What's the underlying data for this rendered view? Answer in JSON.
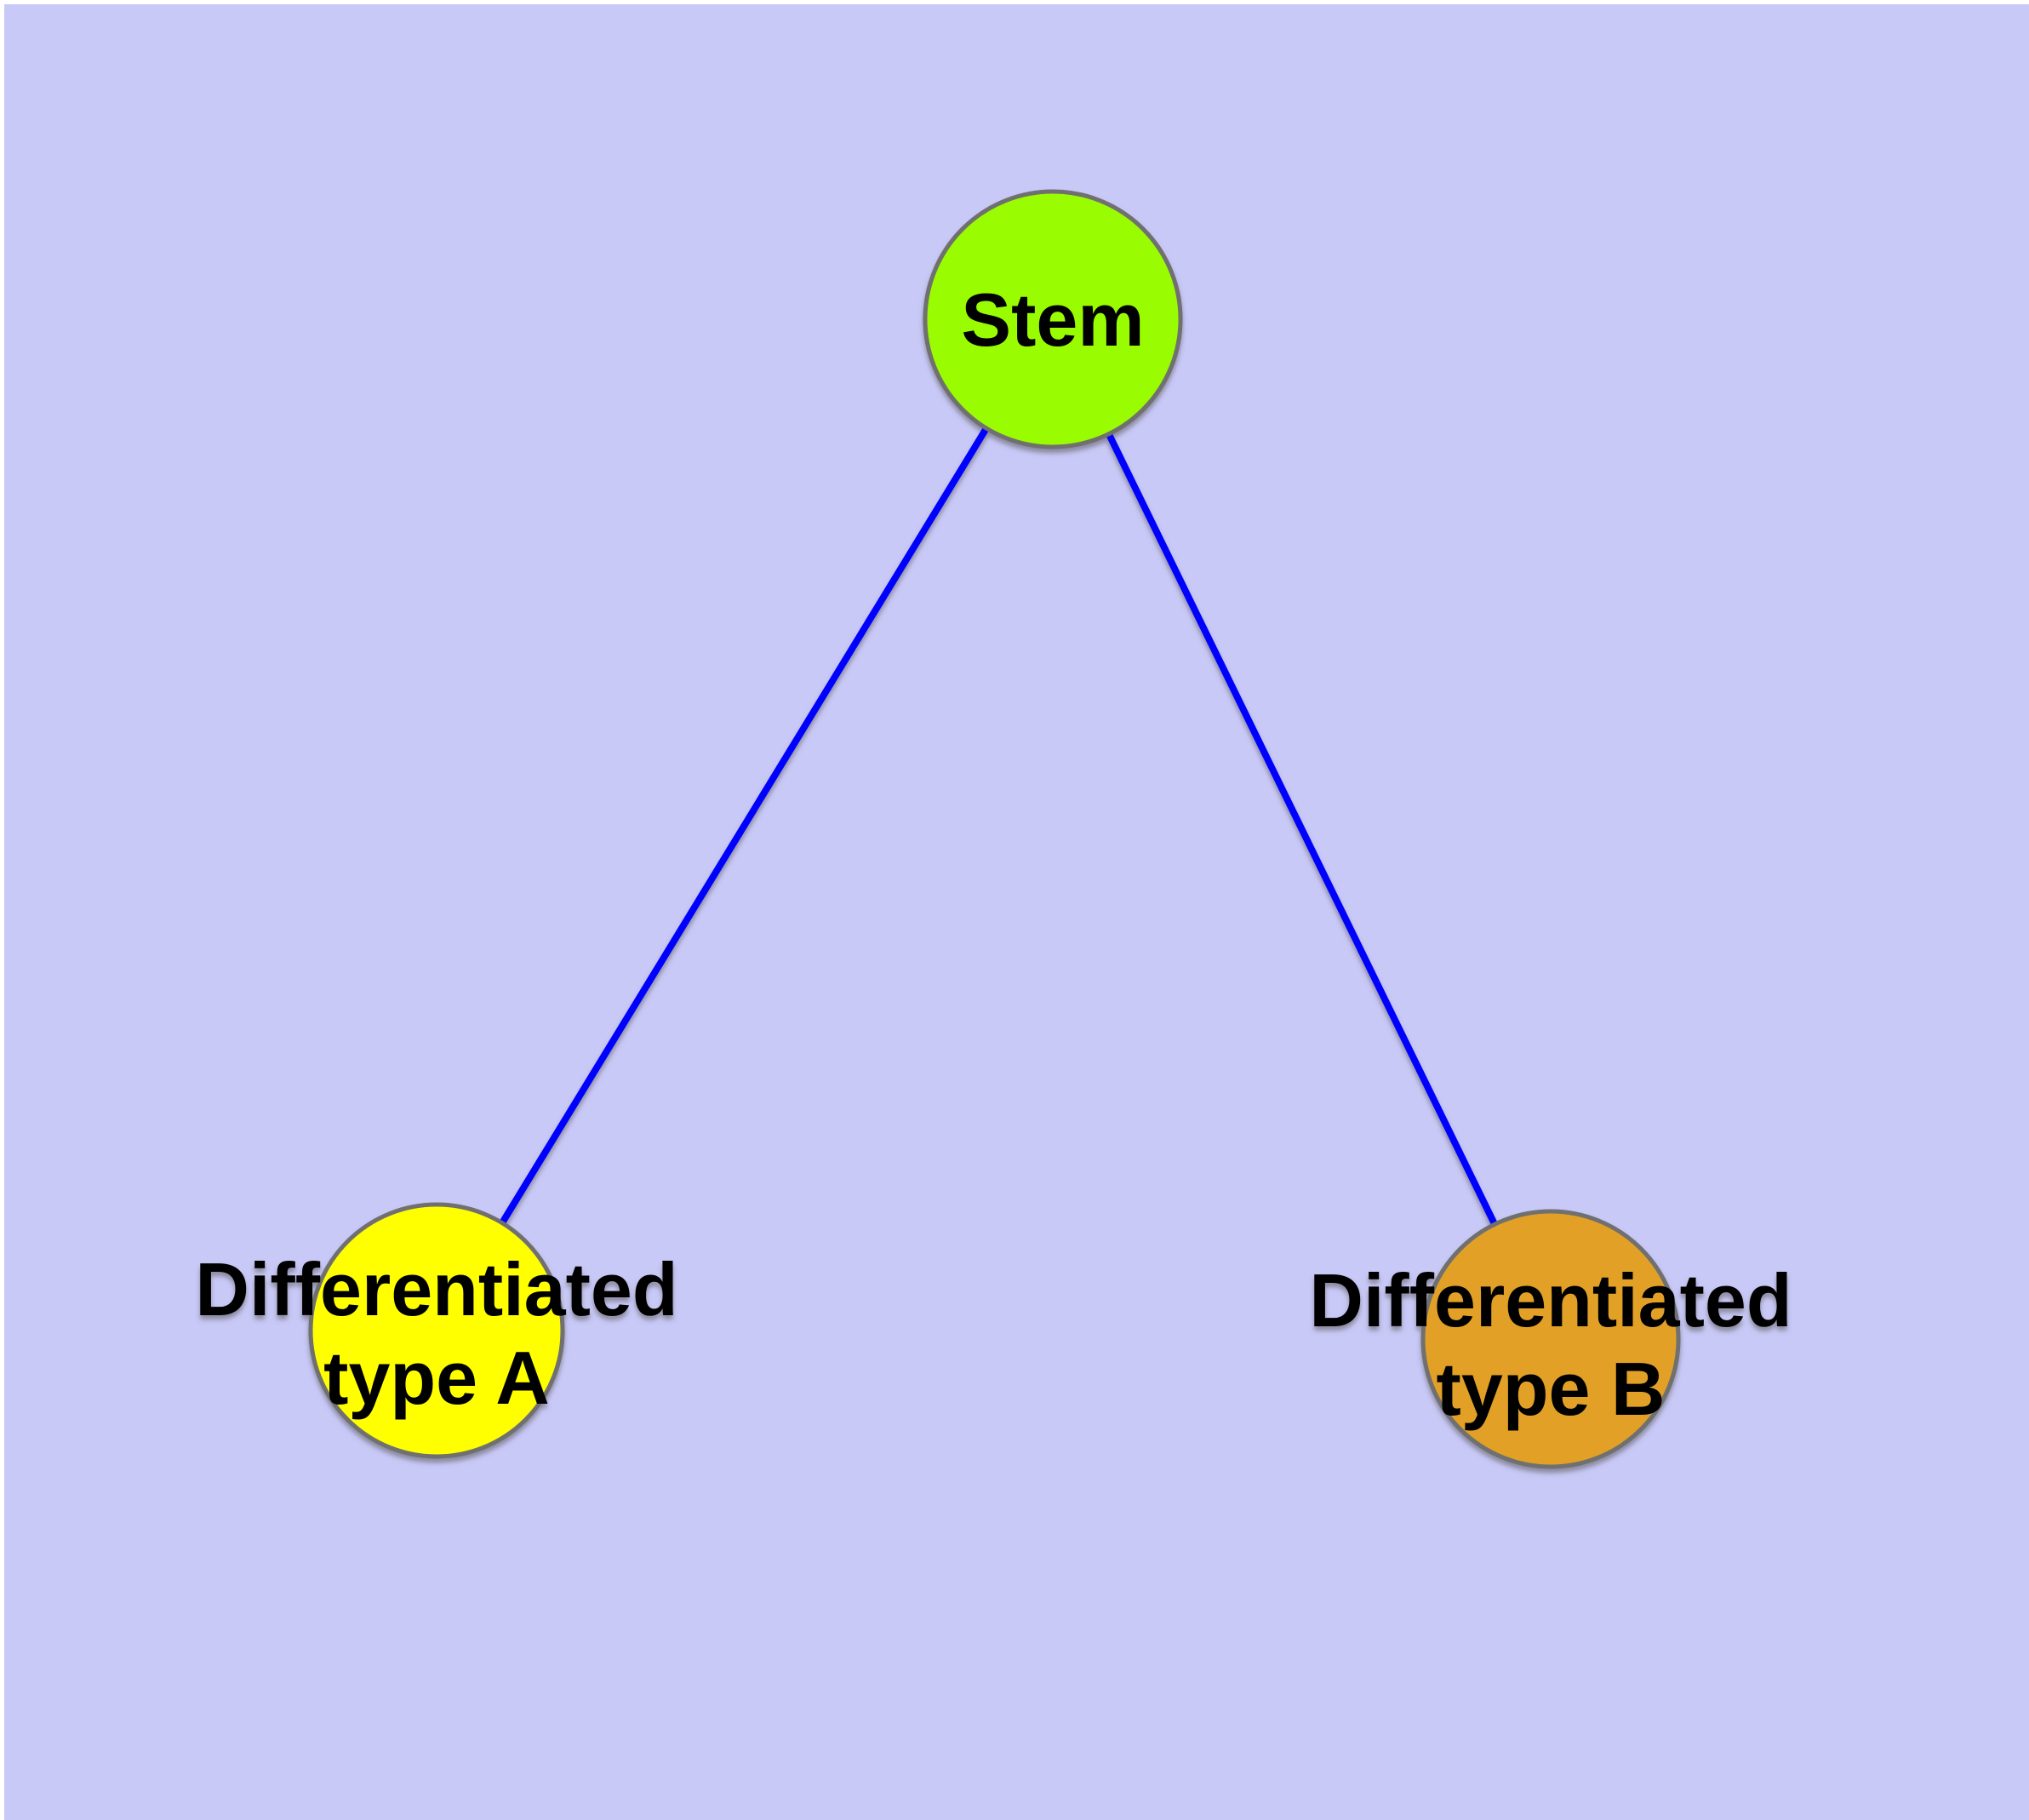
{
  "diagram": {
    "background_color": "#C9C9F8",
    "frame_color": "#FFFFFF",
    "edge_color": "#0000FF",
    "node_border_color": "#6F6F6F",
    "label_color": "#000000",
    "nodes": [
      {
        "id": "stem",
        "label": "Stem",
        "color": "#9AFC00"
      },
      {
        "id": "differentiated-type-a",
        "label": "Differentiated type A",
        "label_line1": "Differentiated",
        "label_line2": "type A",
        "color": "#FFFF00"
      },
      {
        "id": "differentiated-type-b",
        "label": "Differentiated type B",
        "label_line1": "Differentiated",
        "label_line2": "type B",
        "color": "#E2A127"
      }
    ],
    "edges": [
      {
        "from": "Stem",
        "to": "Differentiated type A"
      },
      {
        "from": "Stem",
        "to": "Differentiated type B"
      }
    ]
  }
}
